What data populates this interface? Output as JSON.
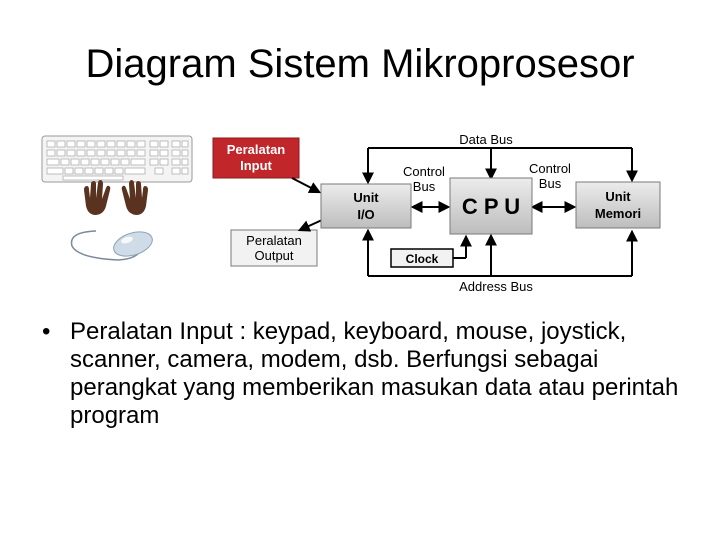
{
  "slide": {
    "title": "Diagram Sistem Mikroprosesor",
    "bullets": [
      {
        "symbol": "•",
        "text": "Peralatan Input : keypad, keyboard, mouse, joystick, scanner, camera, modem, dsb. Berfungsi sebagai perangkat yang memberikan masukan data atau perintah program"
      }
    ]
  },
  "diagram": {
    "input_label_line1": "Peralatan",
    "input_label_line2": "Input",
    "output_label_line1": "Peralatan",
    "output_label_line2": "Output",
    "unit_io_line1": "Unit",
    "unit_io_line2": "I/O",
    "cpu": "C P U",
    "unit_memori_line1": "Unit",
    "unit_memori_line2": "Memori",
    "clock": "Clock",
    "data_bus": "Data Bus",
    "address_bus": "Address Bus",
    "control_bus_left_line1": "Control",
    "control_bus_left_line2": "Bus",
    "control_bus_right_line1": "Control",
    "control_bus_right_line2": "Bus",
    "colors": {
      "input_box": "#c0262a",
      "grey_box": "#d2d2d2",
      "box_border": "#7a7a7a",
      "hands": "#5a3320",
      "mouse": "#cfdbe6"
    }
  }
}
